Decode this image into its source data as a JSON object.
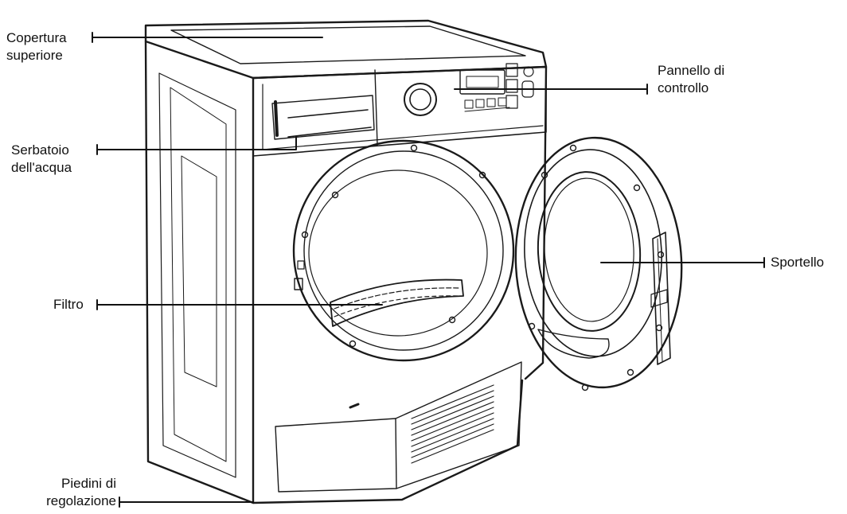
{
  "diagram": {
    "colors": {
      "line": "#1a1a1a",
      "leader": "#111111",
      "background": "#ffffff"
    },
    "labels": {
      "top_cover": {
        "line1": "Copertura",
        "line2": "superiore"
      },
      "water_tank": {
        "line1": "Serbatoio",
        "line2": "dell'acqua"
      },
      "filter": {
        "line1": "Filtro"
      },
      "adjustable_feet": {
        "line1": "Piedini di",
        "line2": "regolazione"
      },
      "control_panel": {
        "line1": "Pannello di",
        "line2": "controllo"
      },
      "door": {
        "line1": "Sportello"
      }
    }
  }
}
